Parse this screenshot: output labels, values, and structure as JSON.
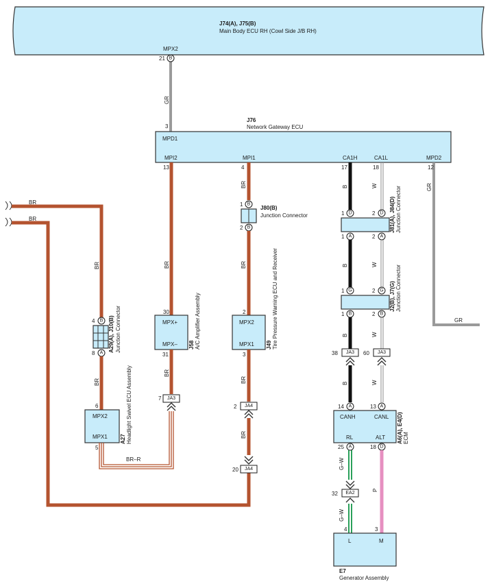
{
  "components": {
    "main_body_ecu": {
      "id": "J74(A), J75(B)",
      "name": "Main Body ECU RH (Cowl Side J/B RH)",
      "port": "MPX2"
    },
    "gateway_ecu": {
      "id": "J76",
      "name": "Network Gateway ECU",
      "ports": [
        "MPD1",
        "MPI2",
        "MPI1",
        "CA1H",
        "CA1L",
        "MPD2"
      ]
    },
    "j80": {
      "id": "J80(B)",
      "name": "Junction Connector"
    },
    "j81": {
      "id": "J81(A), J84(D)",
      "name": "Junction Connector"
    },
    "j2": {
      "id": "J2(B), J7(G)",
      "name": "Junction Connector"
    },
    "a29": {
      "id": "A29(A), J10(B)",
      "name": "Junction Connector"
    },
    "j58": {
      "id": "J58",
      "name": "A/C Amplifier Assembly",
      "ports": [
        "MPX+",
        "MPX–"
      ]
    },
    "j49": {
      "id": "J49",
      "name": "Tire Pressure Warning ECU and Receiver",
      "ports": [
        "MPX2",
        "MPX1"
      ]
    },
    "a27": {
      "id": "A27",
      "name": "Headlight Swivel ECU Assembly",
      "ports": [
        "MPX2",
        "MPX1"
      ]
    },
    "ecm": {
      "id": "A6(A), E4(D)",
      "name": "ECM",
      "ports": [
        "CANH",
        "CANL",
        "RL",
        "ALT"
      ]
    },
    "generator": {
      "id": "E7",
      "name": "Generator Assembly",
      "ports": [
        "L",
        "M"
      ]
    }
  },
  "wire_labels": [
    "GR",
    "BR",
    "B",
    "W",
    "G–W",
    "P",
    "BR–R"
  ],
  "pins": [
    "21",
    "B",
    "3",
    "13",
    "4",
    "17",
    "18",
    "12",
    "1",
    "2",
    "D",
    "A",
    "G",
    "30",
    "31",
    "7",
    "8",
    "6",
    "5",
    "14",
    "13",
    "25",
    "18",
    "4",
    "3",
    "38",
    "60",
    "20",
    "32"
  ],
  "connectors": [
    "JA3",
    "JA4",
    "EA2"
  ],
  "colors": {
    "BR": "#b4532f",
    "GR": "#9a9a9a",
    "B": "#111111",
    "W": "#9c9c9c",
    "G-W": "#2aa05a",
    "P": "#e68fc0",
    "BR-R": "#b4532f",
    "box": "#c8ecfa"
  }
}
